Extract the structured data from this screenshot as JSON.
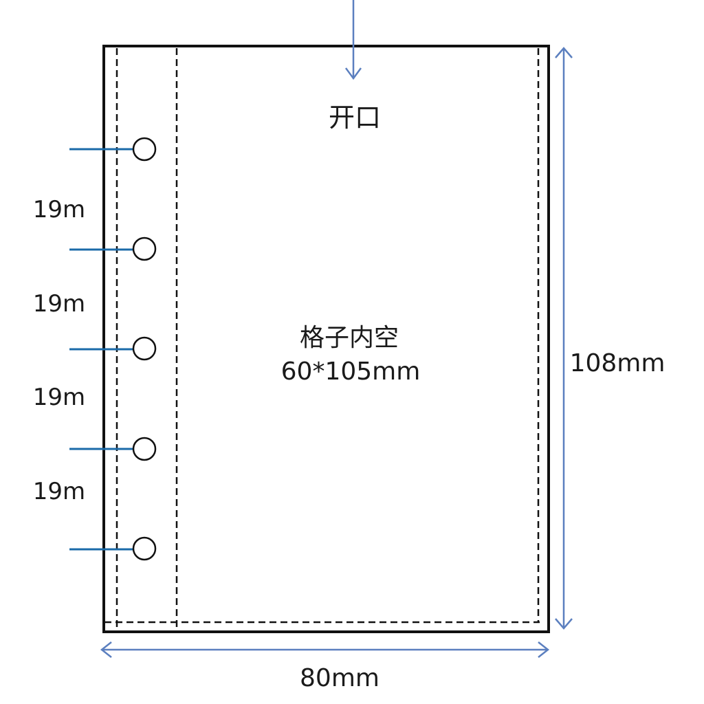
{
  "diagram": {
    "opening_label": "开口",
    "inner_label_line1": "格子内空",
    "inner_label_line2": "60*105mm",
    "height_label": "108mm",
    "width_label": "80mm",
    "hole_spacing_labels": [
      "19m",
      "19m",
      "19m",
      "19m"
    ],
    "hole_count": 5
  },
  "colors": {
    "outline": "#111111",
    "dashed": "#111111",
    "dimension_arrow": "#5b7fbf",
    "hole_leader": "#1a6aa8"
  }
}
